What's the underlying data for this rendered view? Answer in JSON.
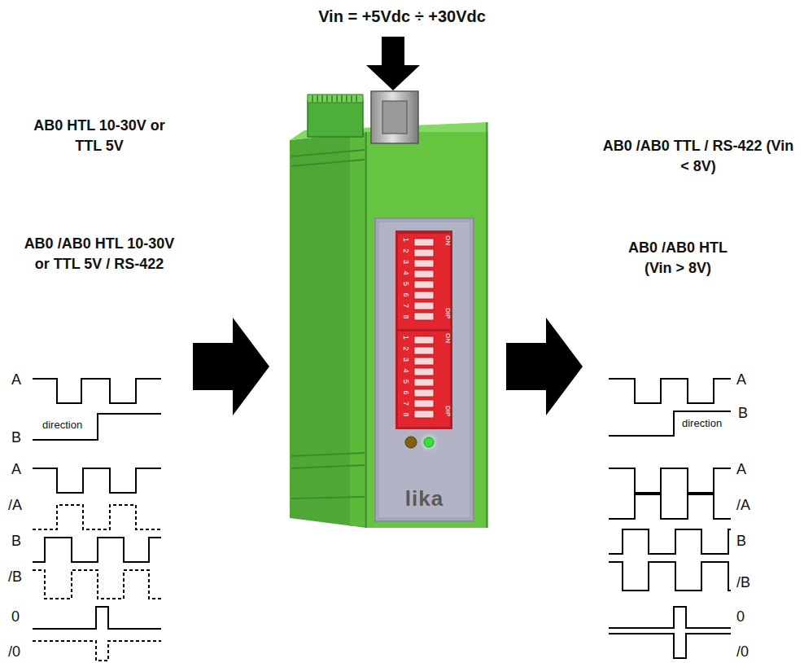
{
  "diagram": {
    "nodes": [
      {
        "text": [
          "lika"
        ]
      }
    ],
    "labels": [
      "Vin = +5Vdc ÷ +30Vdc",
      "AB0 HTL 10-30V or TTL 5V",
      "AB0 /AB0 HTL 10-30V or TTL 5V / RS-422",
      "AB0 /AB0 TTL / RS-422 (Vin < 8V)",
      "AB0 /AB0 HTL (Vin > 8V)",
      "A",
      "B",
      "direction",
      "A",
      "/A",
      "B",
      "/B",
      "0",
      "/0",
      "ON",
      "1 2 3 4 5 6 7 8",
      "DIP",
      "ON",
      "1 2 3 4 5 6 7 8",
      "DIP",
      "A",
      "B",
      "direction",
      "A",
      "/A",
      "B",
      "/B",
      "0",
      "/0"
    ]
  }
}
